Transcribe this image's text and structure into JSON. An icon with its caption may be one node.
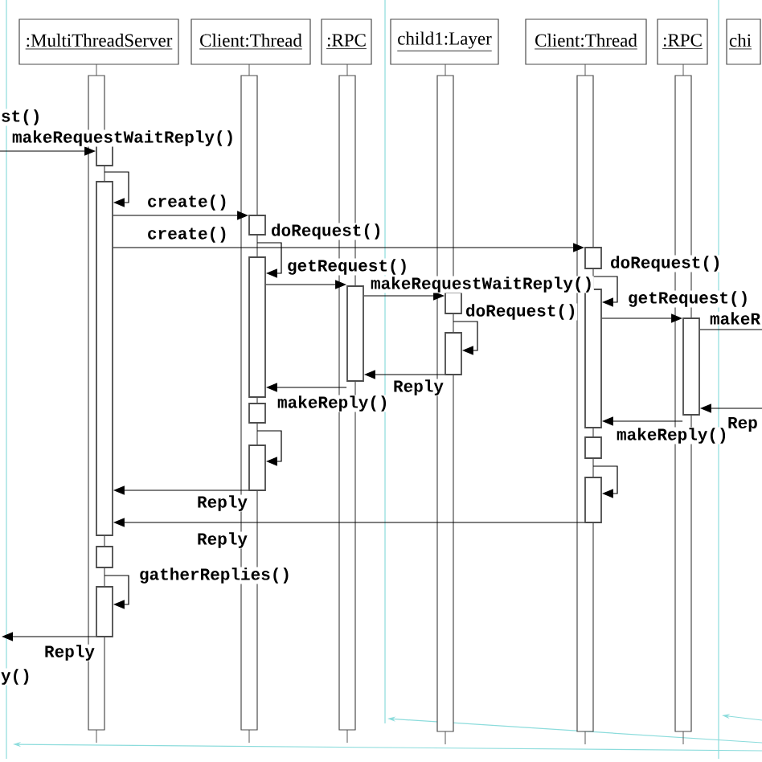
{
  "diagram": {
    "nodes": [
      {
        "text": [
          ":MultiThreadServer"
        ]
      },
      {
        "text": [
          "Client:Thread"
        ]
      },
      {
        "text": [
          ":RPC"
        ]
      },
      {
        "text": [
          "child1:Layer"
        ]
      },
      {
        "text": [
          "Client:Thread"
        ]
      },
      {
        "text": [
          ":RPC"
        ]
      },
      {
        "text": [
          "chi"
        ]
      },
      {
        "text": [],
        "shape": "bar"
      },
      {
        "text": [],
        "shape": "bar"
      },
      {
        "text": [],
        "shape": "bar"
      },
      {
        "text": [],
        "shape": "bar"
      },
      {
        "text": [],
        "shape": "bar"
      },
      {
        "text": [],
        "shape": "bar"
      },
      {
        "text": [],
        "shape": "box"
      },
      {
        "text": [],
        "shape": "box"
      },
      {
        "text": [],
        "shape": "box"
      },
      {
        "text": [],
        "shape": "box"
      },
      {
        "text": [],
        "shape": "box"
      },
      {
        "text": [],
        "shape": "box"
      },
      {
        "text": [],
        "shape": "box"
      },
      {
        "text": [],
        "shape": "box"
      },
      {
        "text": [],
        "shape": "box"
      },
      {
        "text": [],
        "shape": "box"
      },
      {
        "text": [],
        "shape": "box"
      },
      {
        "text": [],
        "shape": "box"
      },
      {
        "text": [],
        "shape": "box"
      },
      {
        "text": [],
        "shape": "box"
      },
      {
        "text": [],
        "shape": "box"
      },
      {
        "text": [],
        "shape": "box"
      }
    ],
    "edges": [
      {
        "from": null,
        "to": 13,
        "arrow": "to",
        "label": "makeRequestWaitReply()"
      },
      {
        "from": 13,
        "to": 14,
        "arrow": "to"
      },
      {
        "from": 14,
        "to": 15,
        "arrow": "to",
        "label": "create()"
      },
      {
        "from": 14,
        "to": 16,
        "arrow": "to",
        "label": "create()"
      },
      {
        "from": 15,
        "to": 17,
        "arrow": "to",
        "label": "doRequest()"
      },
      {
        "from": 17,
        "to": 18,
        "arrow": "to",
        "label": "getRequest()"
      },
      {
        "from": 18,
        "to": 20,
        "arrow": "to",
        "label": "makeRequestWaitReply()"
      },
      {
        "from": 20,
        "to": 22,
        "arrow": "to",
        "label": "doRequest()"
      },
      {
        "from": 22,
        "to": 18,
        "arrow": "to",
        "label": "Reply"
      },
      {
        "from": 18,
        "to": 17,
        "arrow": "to",
        "label": "makeReply()"
      },
      {
        "from": 23,
        "to": 25,
        "arrow": "to"
      },
      {
        "from": 25,
        "to": 14,
        "arrow": "to",
        "label": "Reply"
      },
      {
        "from": 26,
        "to": 14,
        "arrow": "to",
        "label": "Reply"
      },
      {
        "from": 27,
        "to": 28,
        "arrow": "to",
        "label": "gatherReplies()"
      },
      {
        "from": 28,
        "to": null,
        "arrow": "to",
        "label": "Reply"
      },
      {
        "from": 16,
        "to": 19,
        "arrow": "to",
        "label": "doRequest()"
      },
      {
        "from": 19,
        "to": 21,
        "arrow": "to",
        "label": "getRequest()"
      },
      {
        "from": 21,
        "to": null,
        "arrow": "none",
        "label": "makeR"
      },
      {
        "from": null,
        "to": 21,
        "arrow": "to",
        "label": "Rep"
      },
      {
        "from": 21,
        "to": 19,
        "arrow": "to",
        "label": "makeReply()"
      },
      {
        "from": 24,
        "to": 26,
        "arrow": "to"
      }
    ],
    "labels": [
      "st()",
      "y()"
    ]
  }
}
